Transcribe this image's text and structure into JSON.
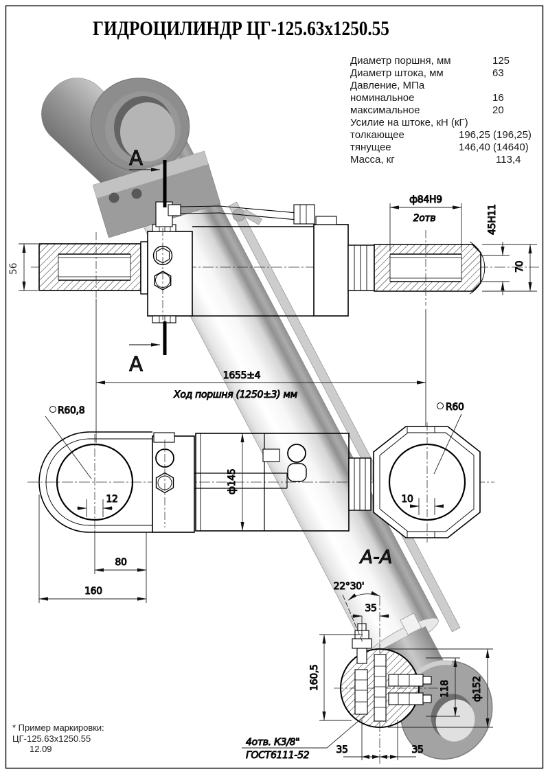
{
  "page": {
    "title": "ГИДРОЦИЛИНДР  ЦГ-125.63х1250.55",
    "footnote": {
      "line1": "* Пример маркировки:",
      "line2": "ЦГ-125.63х1250.55",
      "line3": "12.09"
    }
  },
  "specs": {
    "rows": [
      {
        "label": "Диаметр поршня, мм",
        "value": "125"
      },
      {
        "label": "Диаметр штока, мм",
        "value": "63"
      },
      {
        "label": "Давление, МПа",
        "value": ""
      },
      {
        "label": "номинальное",
        "value": "16"
      },
      {
        "label": "максимальное",
        "value": "20"
      },
      {
        "label": "Усилие на штоке, кН (кГ)",
        "value": ""
      },
      {
        "label": "толкающее",
        "value": "196,25 (196,25)"
      },
      {
        "label": "тянущее",
        "value": "146,40 (14640)"
      },
      {
        "label": "Масса, кг",
        "value": "113,4"
      }
    ]
  },
  "drawing": {
    "section_mark": "А",
    "section_label": "А-А",
    "dims": {
      "overall_length": "1655±4",
      "piston_stroke": "Ход поршня (1250±3) мм",
      "rod_eye_width": "56",
      "pin_bore": "ф84Н9",
      "holes_count": "2отв",
      "bore_tolerance": "45Н11",
      "rear_eye_width": "70",
      "rod_eye_radius": "R60,8",
      "rear_eye_radius": "R60",
      "offset_12": "12",
      "offset_10": "10",
      "eye_center_80": "80",
      "eye_length_160": "160",
      "body_diameter": "ф145",
      "port_angle": "22°30'",
      "offset_35_top": "35",
      "section_height": "160,5",
      "ports_span": "118",
      "section_diameter": "ф152",
      "offset_35_left": "35",
      "offset_35_right": "35",
      "ports_thread": "4отв. К3/8\"",
      "ports_standard": "ГОСТ6111-52"
    }
  },
  "colors": {
    "line": "#000000",
    "dim": "#2d2d2d",
    "render_light": "#f7f7f7",
    "render_dark": "#8f8f8f"
  }
}
